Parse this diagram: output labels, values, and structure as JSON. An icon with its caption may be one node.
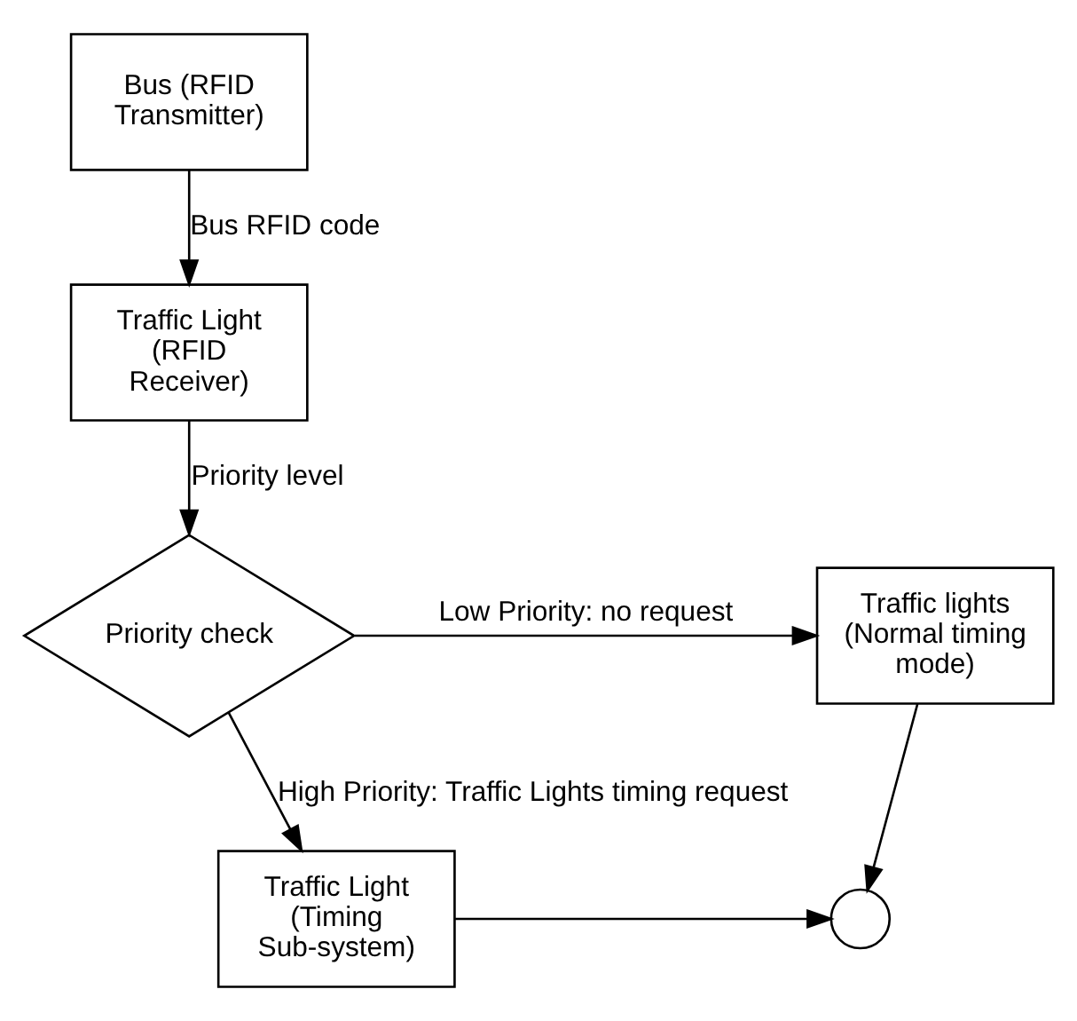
{
  "diagram": {
    "nodes": [
      {
        "text": [
          "Bus (RFID Transmitter)"
        ]
      },
      {
        "text": [
          "Traffic Light (RFID Receiver)"
        ]
      },
      {
        "text": [
          "Priority check"
        ]
      },
      {
        "text": [
          "Traffic lights (Normal timing mode)"
        ]
      },
      {
        "text": [
          "Traffic Light (Timing Sub-system)"
        ]
      },
      {
        "text": [],
        "shape": "circle"
      }
    ],
    "edges": [
      {
        "from": 0,
        "to": 1,
        "arrow": "to",
        "label": "Bus RFID code"
      },
      {
        "from": 1,
        "to": 2,
        "arrow": "to",
        "label": "Priority level"
      },
      {
        "from": 2,
        "to": 3,
        "arrow": "to",
        "label": "Low Priority: no request"
      },
      {
        "from": 2,
        "to": 4,
        "arrow": "to",
        "label": "High Priority: Traffic Lights timing request"
      },
      {
        "from": 4,
        "to": 5,
        "arrow": "to"
      },
      {
        "from": 3,
        "to": 5,
        "arrow": "to"
      }
    ]
  }
}
